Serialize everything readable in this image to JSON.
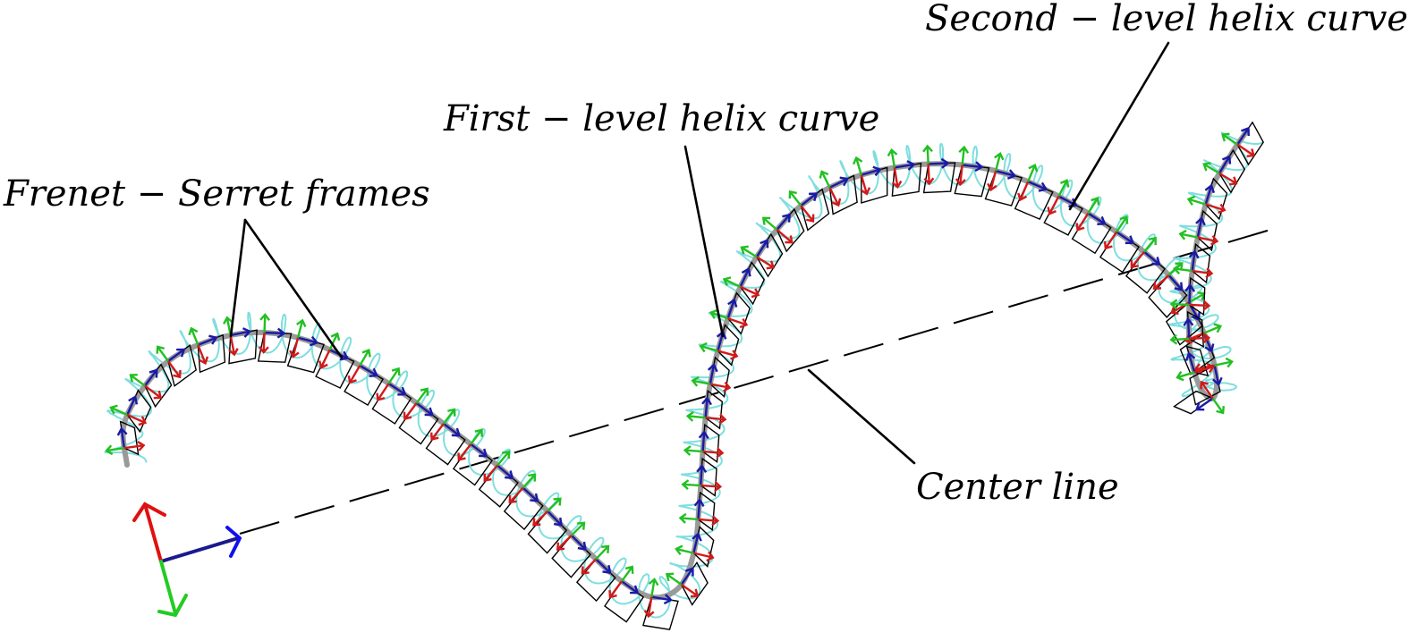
{
  "figure": {
    "labels": {
      "second_level_helix": "Second − level helix curve",
      "first_level_helix": "First − level helix curve",
      "frenet_serret_frames": "Frenet − Serret frames",
      "center_line": "Center line"
    },
    "colors": {
      "first_level_helix": "#9a9a9a",
      "second_level_helix": "#7fdede",
      "tangent_axis": "#1a1aa6",
      "normal_axis": "#d21a1a",
      "binormal_axis": "#22c022",
      "frame_outline": "#000000",
      "center_line": "#000000"
    },
    "elements": [
      "reference-frame",
      "center-line",
      "first-level-helix",
      "second-level-helix",
      "frenet-serret-frames"
    ]
  }
}
